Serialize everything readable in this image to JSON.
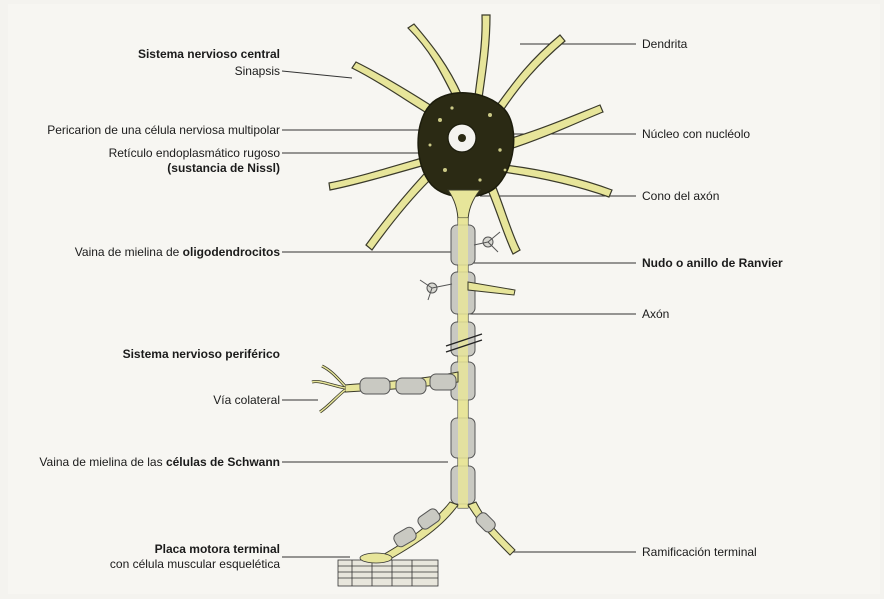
{
  "labels_left": {
    "snc": "Sistema nervioso central",
    "sinapsis": "Sinapsis",
    "pericarion": "Pericarion de una célula nerviosa multipolar",
    "reticulo_1": "Retículo endoplasmático rugoso",
    "reticulo_2": "(sustancia de Nissl)",
    "vaina_oligo_prefix": "Vaina de mielina de ",
    "vaina_oligo_bold": "oligodendrocitos",
    "snp": "Sistema nervioso periférico",
    "via_colateral": "Vía colateral",
    "vaina_schwann_prefix": "Vaina de mielina de las ",
    "vaina_schwann_bold": "células de Schwann",
    "placa_1": "Placa motora terminal",
    "placa_2": "con célula muscular esquelética"
  },
  "labels_right": {
    "dendrita": "Dendrita",
    "nucleo": "Núcleo con nucléolo",
    "cono": "Cono del axón",
    "nudo": "Nudo o anillo de Ranvier",
    "axon": "Axón",
    "ramificacion": "Ramificación terminal"
  },
  "colors": {
    "neuron_fill": "#e7e59a",
    "soma_dark": "#2b2a14",
    "myelin": "#c9c9c2",
    "outline": "#3a3a2a"
  }
}
